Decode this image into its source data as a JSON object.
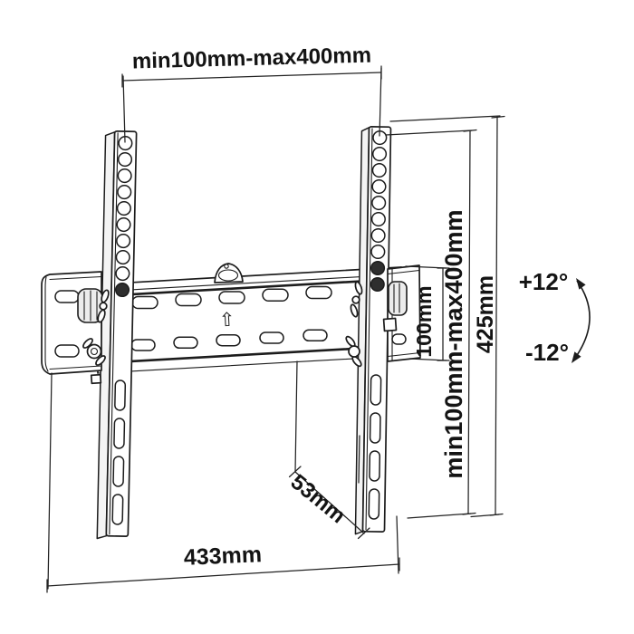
{
  "diagram": {
    "title": "Tilting TV wall mount bracket dimension drawing",
    "background": "#ffffff",
    "line_color": "#1c1c1c",
    "dimension_color": "#222222"
  },
  "labels": {
    "top_width": "min100mm-max400mm",
    "vesa_height": "min100mm-max400mm",
    "bracket_height": "425mm",
    "plate_height": "100mm",
    "mount_depth": "53mm",
    "total_width": "433mm",
    "tilt_up": "+12°",
    "tilt_down": "-12°",
    "orientation_arrow": "⇧"
  }
}
